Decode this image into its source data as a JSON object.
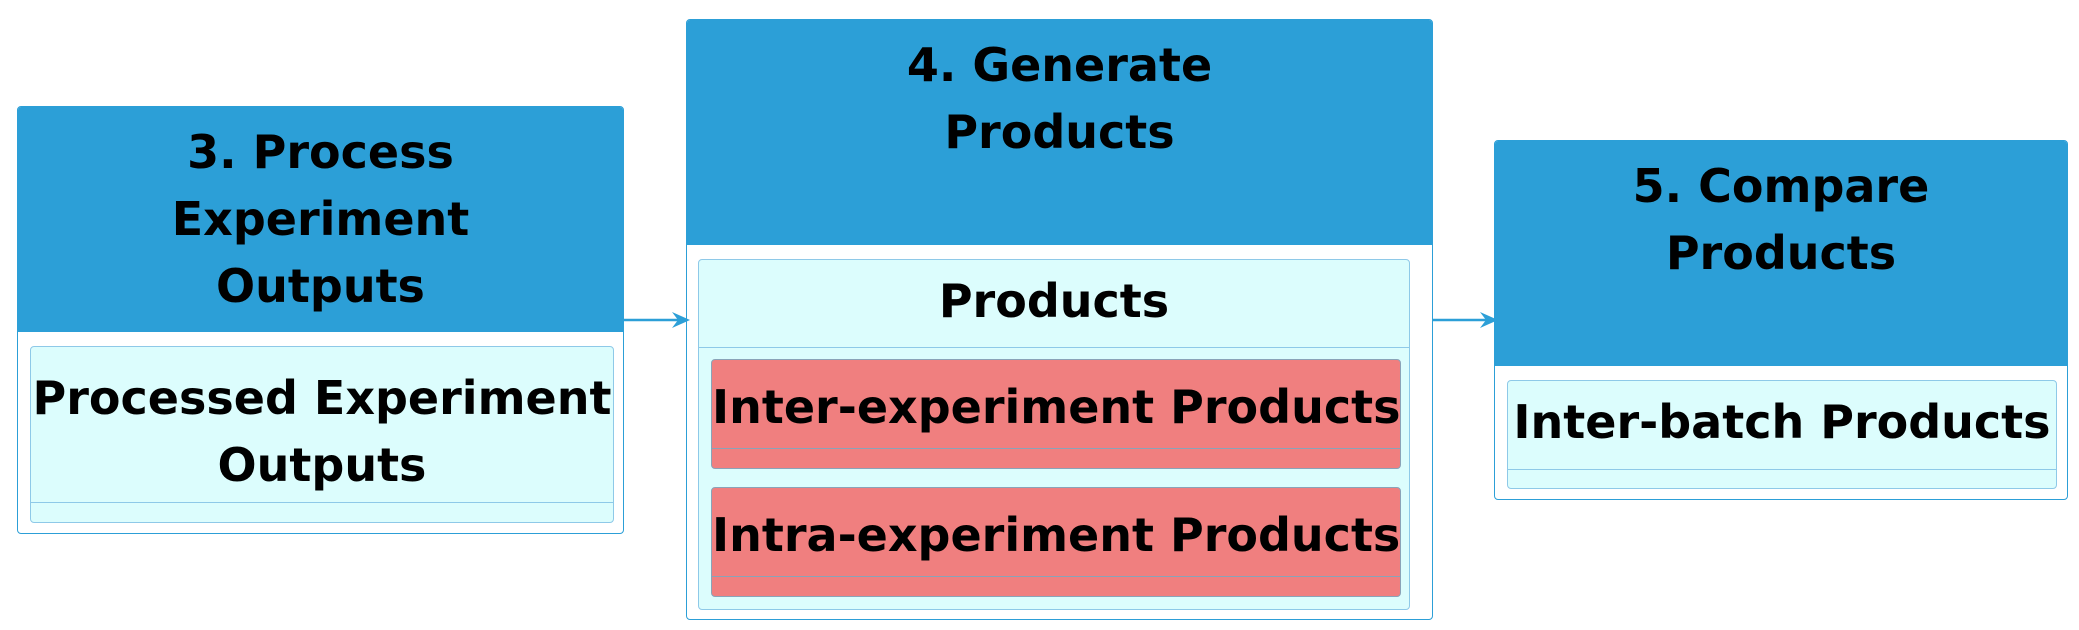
{
  "steps": [
    {
      "title_lines": [
        "3. Process",
        "Experiment",
        "Outputs"
      ],
      "panel": {
        "title_lines": [
          "Processed Experiment",
          "Outputs"
        ]
      }
    },
    {
      "title_lines": [
        "4. Generate",
        "Products"
      ],
      "panel": {
        "title_lines": [
          "Products"
        ],
        "items": [
          "Inter-experiment Products",
          "Intra-experiment Products"
        ]
      }
    },
    {
      "title_lines": [
        "5. Compare",
        "Products"
      ],
      "panel": {
        "title_lines": [
          "Inter-batch Products"
        ]
      }
    }
  ],
  "colors": {
    "header": "#2c9fd7",
    "panel": "#dcfdfd",
    "product": "#f07f7f",
    "arrow": "#2c9fd7"
  }
}
